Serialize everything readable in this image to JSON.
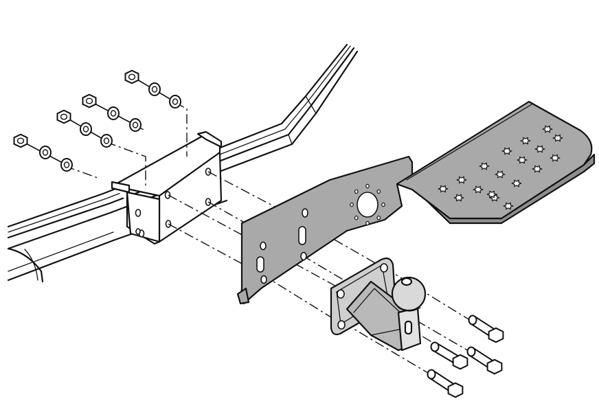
{
  "colors": {
    "background": "#ffffff",
    "outline": "#111111",
    "plate_fill": "#a9a9a9",
    "hitch_fill": "#cfcfcf",
    "ball_fill": "#d9d9d9"
  },
  "parts": {
    "frame": "vehicle-chassis-frame-rail",
    "bracket": "frame-mounting-bracket",
    "step_plate": "drop-step-plate",
    "hitch": "tow-ball-coupling",
    "bolts": "hex-bolts",
    "nuts": "hex-nuts-and-washers"
  },
  "counts": {
    "nut_washer_sets": 4,
    "bolts": 4,
    "step_perforations": 18
  }
}
